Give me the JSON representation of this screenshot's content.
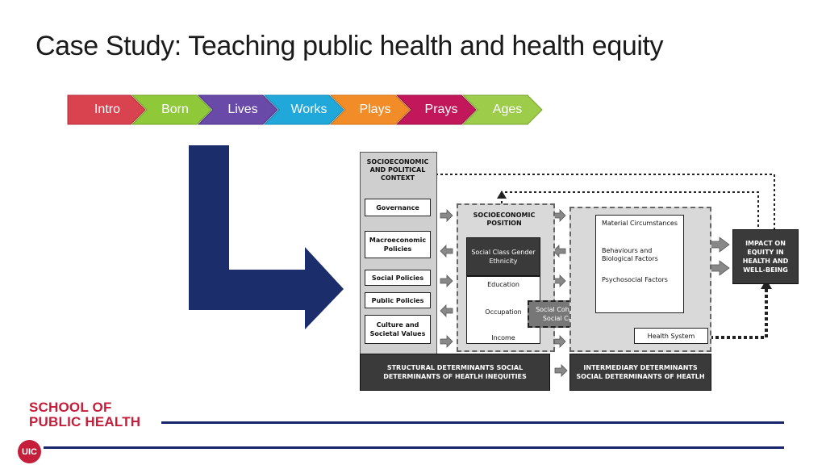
{
  "title": "Case Study: Teaching public health and health equity",
  "nav": {
    "items": [
      {
        "label": "Intro",
        "color": "#d9434f"
      },
      {
        "label": "Born",
        "color": "#8fc93a"
      },
      {
        "label": "Lives",
        "color": "#6a4aa8"
      },
      {
        "label": "Works",
        "color": "#1fa8d9"
      },
      {
        "label": "Plays",
        "color": "#f28c28"
      },
      {
        "label": "Prays",
        "color": "#c2185b"
      },
      {
        "label": "Ages",
        "color": "#9ccc4a"
      }
    ]
  },
  "diagram": {
    "context": {
      "heading": "SOCIOECONOMIC AND POLITICAL CONTEXT",
      "items": [
        "Governance",
        "Macroeconomic Policies",
        "Social Policies",
        "Public Policies",
        "Culture and Societal Values"
      ]
    },
    "position": {
      "heading": "SOCIOECONOMIC POSITION",
      "class_box": "Social Class Gender Ethnicity",
      "education": "Education",
      "occupation": "Occupation",
      "income": "Income"
    },
    "cohesion": "Social Cohesion & Social Capital",
    "intermediary_items": [
      "Material Circumstances",
      "Behaviours and Biological Factors",
      "Psychosocial Factors"
    ],
    "health_system": "Health System",
    "impact": "IMPACT ON EQUITY IN HEALTH AND WELL-BEING",
    "structural_footer": "STRUCTURAL DETERMINANTS SOCIAL DETERMINANTS OF HEATLH INEQUITIES",
    "intermediary_footer": "INTERMEDIARY DETERMINANTS SOCIAL DETERMINANTS OF HEATLH"
  },
  "footer": {
    "school_line1": "SCHOOL OF",
    "school_line2": "PUBLIC HEALTH",
    "badge": "UIC",
    "brand_color": "#c41e3a",
    "rule_color": "#17256b"
  }
}
